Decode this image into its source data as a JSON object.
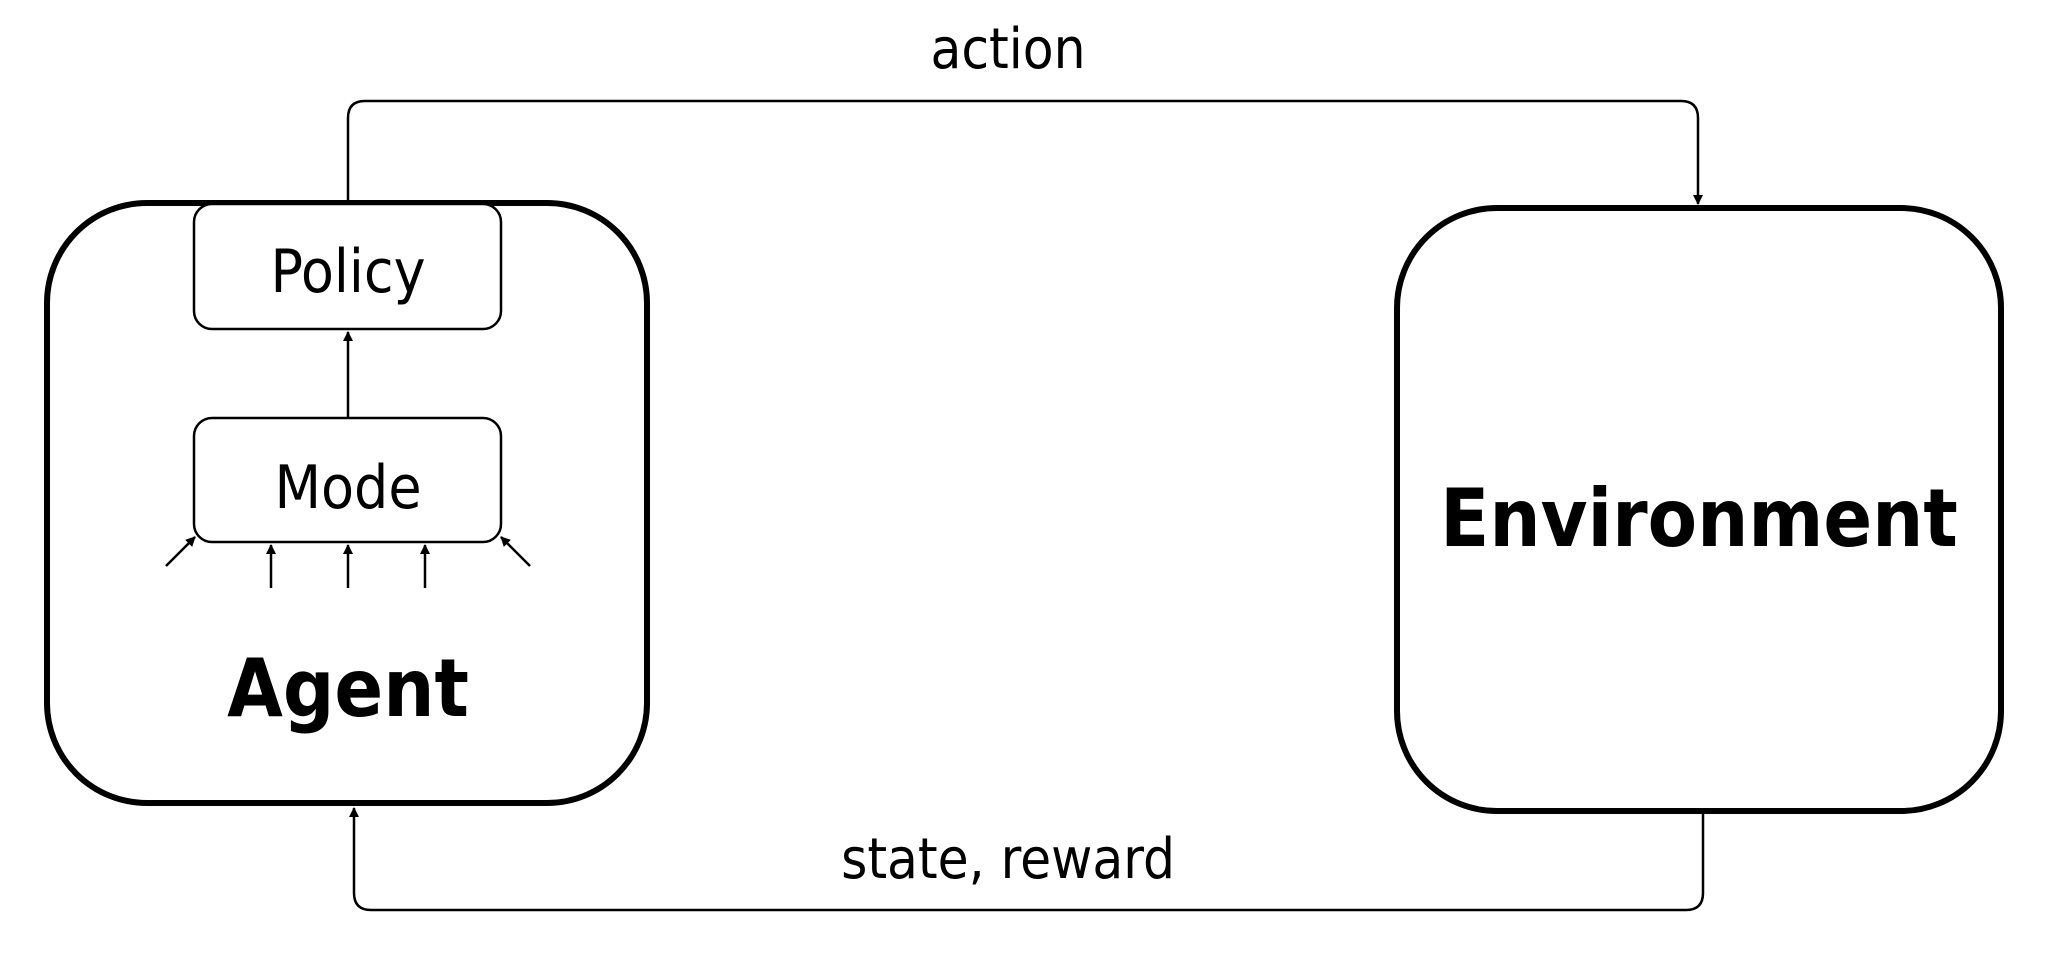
{
  "diagram": {
    "labels": {
      "action": "action",
      "state_reward": "state, reward",
      "policy": "Policy",
      "mode": "Mode",
      "agent": "Agent",
      "environment": "Environment"
    },
    "colors": {
      "stroke": "#000000",
      "background": "#ffffff"
    }
  }
}
